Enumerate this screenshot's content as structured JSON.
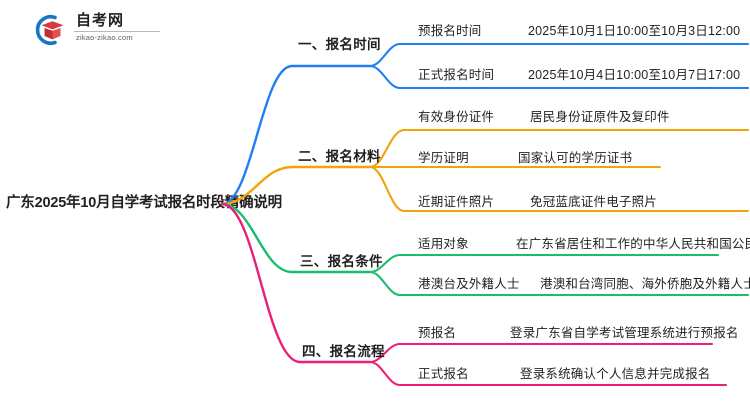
{
  "logo": {
    "icon": "graduation-cap-circle-logo",
    "title": "自考网",
    "subtitle": "zikao-zikao.com"
  },
  "root": {
    "title": "广东2025年10月自学考试报名时段精确说明"
  },
  "colors": {
    "branch1": "#1f7ff0",
    "branch2": "#f0a30a",
    "branch3": "#18bd6e",
    "branch4": "#ea1f79",
    "text": "#231f20"
  },
  "branches": [
    {
      "label": "一、报名时间",
      "color": "#1f7ff0",
      "items": [
        {
          "key": "预报名时间",
          "value": "2025年10月1日10:00至10月3日12:00"
        },
        {
          "key": "正式报名时间",
          "value": "2025年10月4日10:00至10月7日17:00"
        }
      ]
    },
    {
      "label": "二、报名材料",
      "color": "#f0a30a",
      "items": [
        {
          "key": "有效身份证件",
          "value": "居民身份证原件及复印件"
        },
        {
          "key": "学历证明",
          "value": "国家认可的学历证书"
        },
        {
          "key": "近期证件照片",
          "value": "免冠蓝底证件电子照片"
        }
      ]
    },
    {
      "label": "三、报名条件",
      "color": "#18bd6e",
      "items": [
        {
          "key": "适用对象",
          "value": "在广东省居住和工作的中华人民共和国公民"
        },
        {
          "key": "港澳台及外籍人士",
          "value": "港澳和台湾同胞、海外侨胞及外籍人士"
        }
      ]
    },
    {
      "label": "四、报名流程",
      "color": "#ea1f79",
      "items": [
        {
          "key": "预报名",
          "value": "登录广东省自学考试管理系统进行预报名"
        },
        {
          "key": "正式报名",
          "value": "登录系统确认个人信息并完成报名"
        }
      ]
    }
  ]
}
